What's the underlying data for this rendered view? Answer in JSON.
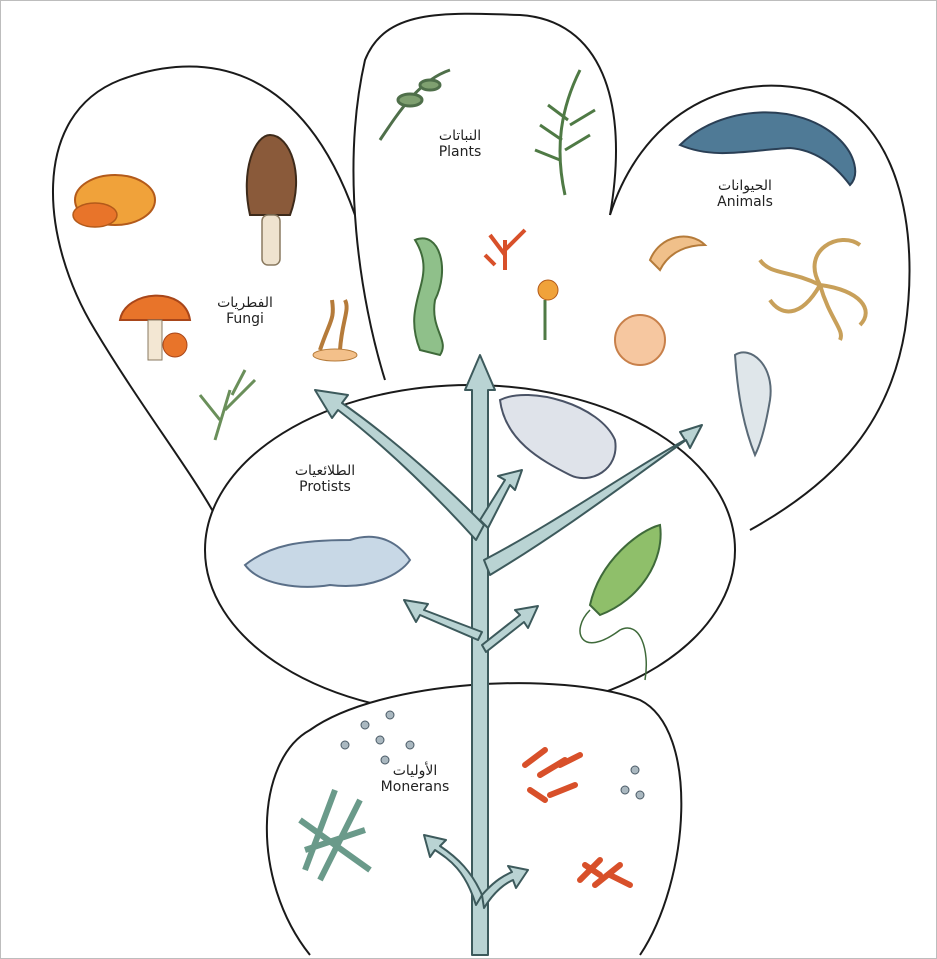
{
  "kingdoms": {
    "plants": {
      "ar": "النباتات",
      "en": "Plants"
    },
    "animals": {
      "ar": "الحيوانات",
      "en": "Animals"
    },
    "fungi": {
      "ar": "الفطريات",
      "en": "Fungi"
    },
    "protists": {
      "ar": "الطلائعيات",
      "en": "Protists"
    },
    "monerans": {
      "ar": "الأوليات",
      "en": "Monerans"
    }
  },
  "colors": {
    "outline": "#1a1a1a",
    "tree_fill": "#b9d3d3",
    "tree_stroke": "#3d5a5c",
    "fungi_orange": "#e8742a",
    "plant_green": "#5f8f5a",
    "animal_blue": "#4f7a96",
    "protist_green": "#8fbf6a",
    "moneran_red": "#d8502a"
  },
  "icons": [
    "mushroom-icon",
    "morel-icon",
    "alga-icon",
    "fern-icon",
    "coral-icon",
    "flower-icon",
    "dolphin-icon",
    "starfish-icon",
    "shrimp-icon",
    "anemone-icon",
    "fish-icon",
    "amoeba-icon",
    "paramecium-icon",
    "euglena-icon",
    "bacteria-icon"
  ]
}
